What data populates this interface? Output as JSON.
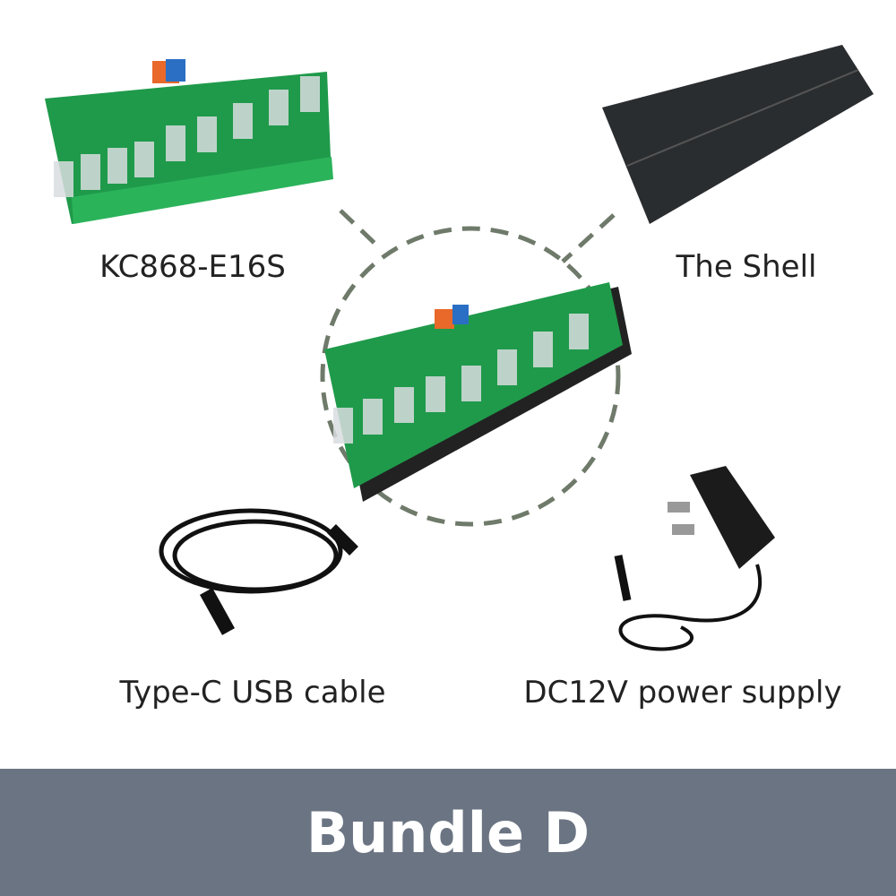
{
  "items": [
    {
      "label": "KC868-E16S"
    },
    {
      "label": "The Shell"
    },
    {
      "label": "Type-C USB cable"
    },
    {
      "label": "DC12V power supply"
    }
  ],
  "banner": {
    "title": "Bundle D"
  },
  "colors": {
    "banner_bg": "#6b7482",
    "dash": "#6f7a6a",
    "pcb": "#1f9a4a"
  }
}
